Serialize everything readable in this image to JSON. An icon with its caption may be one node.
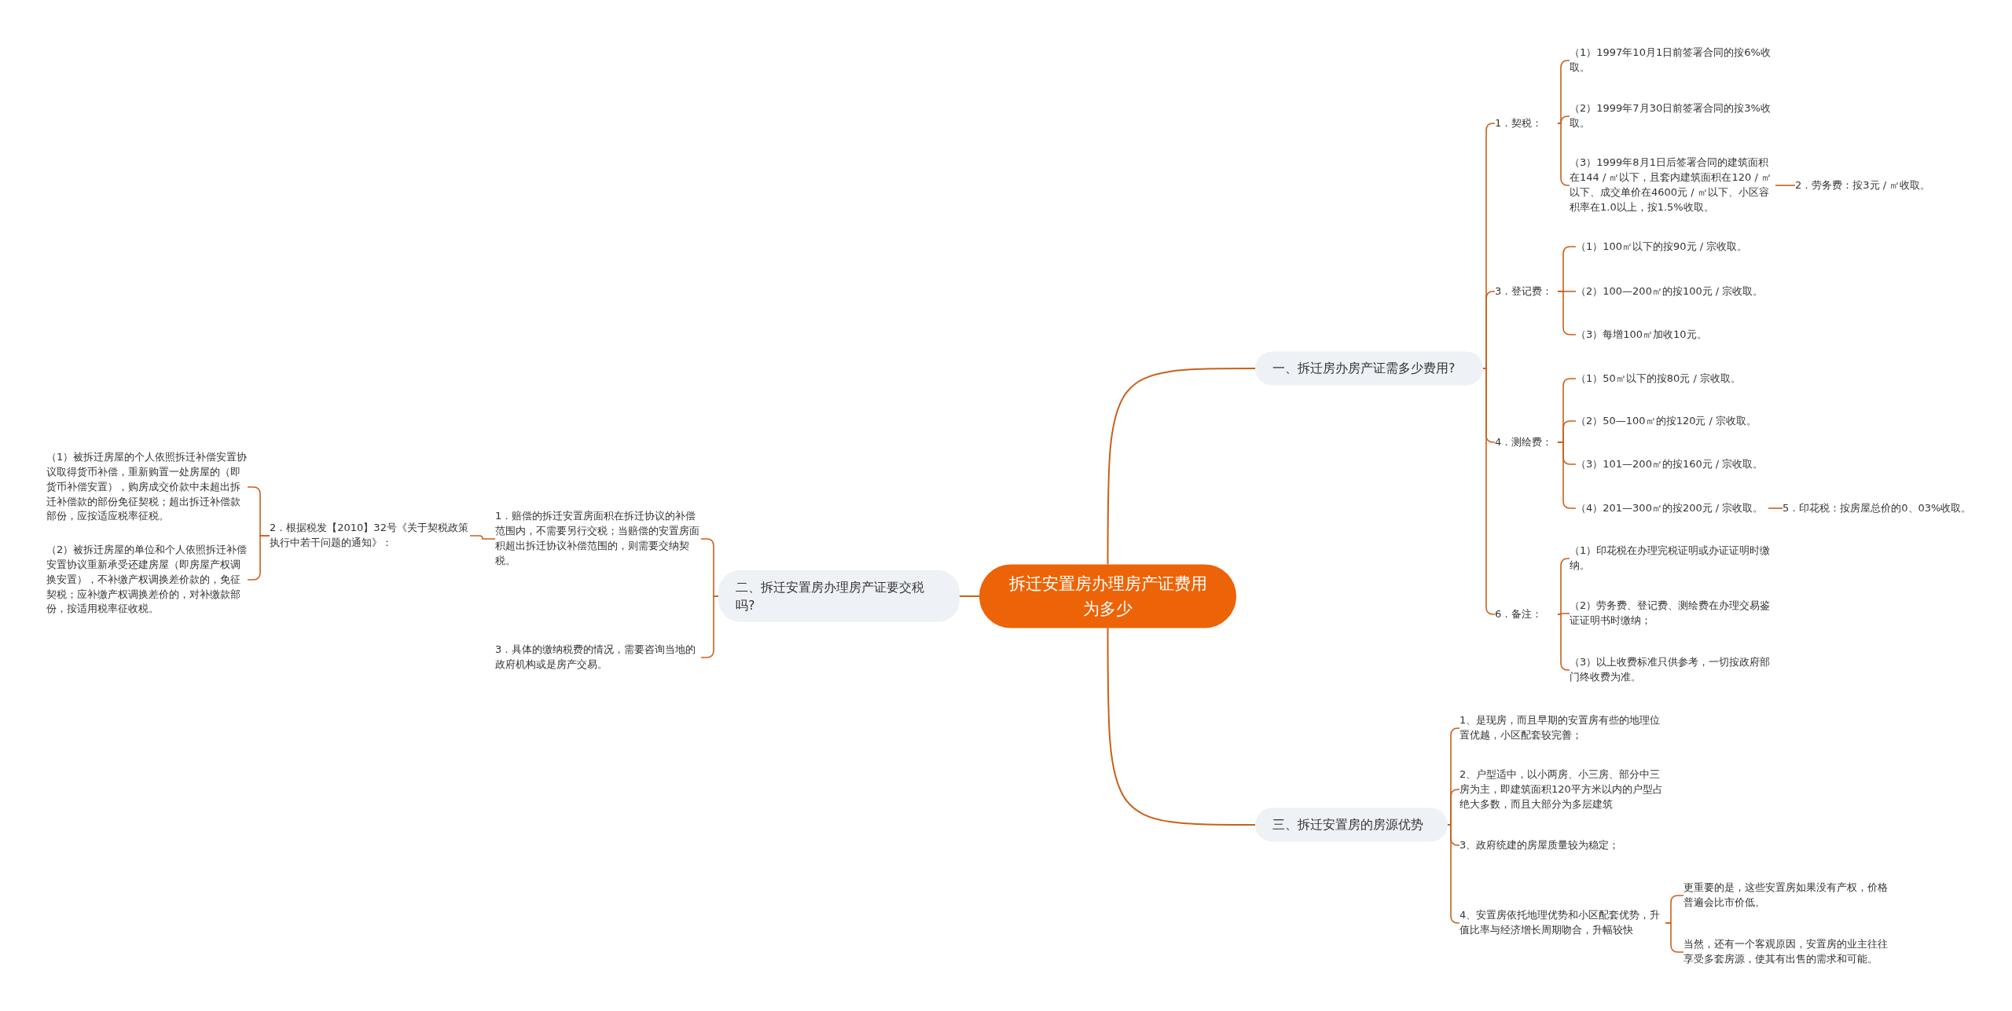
{
  "diagram": {
    "nodes": [
      {
        "text": [
          "拆迁安置房办理房产证费用为多少"
        ]
      },
      {
        "text": [
          "一、拆迁房办房产证需多少费用?"
        ]
      },
      {
        "text": [
          "1．契税："
        ]
      },
      {
        "text": [
          "（1）1997年10月1日前签署合同的按6%收取。"
        ]
      },
      {
        "text": [
          "（2）1999年7月30日前签署合同的按3%收取。"
        ]
      },
      {
        "text": [
          "（3）1999年8月1日后签署合同的建筑面积在144 / ㎡以下，且套内建筑面积在120 / ㎡以下、成交单价在4600元 / ㎡以下、小区容积率在1.0以上，按1.5%收取。"
        ]
      },
      {
        "text": [
          "2．劳务费：按3元 / ㎡收取。"
        ]
      },
      {
        "text": [
          "3．登记费："
        ]
      },
      {
        "text": [
          "（1）100㎡以下的按90元 / 宗收取。"
        ]
      },
      {
        "text": [
          "（2）100—200㎡的按100元 / 宗收取。"
        ]
      },
      {
        "text": [
          "（3）每增100㎡加收10元。"
        ]
      },
      {
        "text": [
          "4．测绘费："
        ]
      },
      {
        "text": [
          "（1）50㎡以下的按80元 / 宗收取。"
        ]
      },
      {
        "text": [
          "（2）50—100㎡的按120元 / 宗收取。"
        ]
      },
      {
        "text": [
          "（3）101—200㎡的按160元 / 宗收取。"
        ]
      },
      {
        "text": [
          "（4）201—300㎡的按200元 / 宗收取。"
        ]
      },
      {
        "text": [
          "5．印花税：按房屋总价的0、03%收取。"
        ]
      },
      {
        "text": [
          "6．备注："
        ]
      },
      {
        "text": [
          "（1）印花税在办理完税证明或办证证明时缴纳。"
        ]
      },
      {
        "text": [
          "（2）劳务费、登记费、测绘费在办理交易鉴证证明书时缴纳；"
        ]
      },
      {
        "text": [
          "（3）以上收费标准只供参考，一切按政府部门终收费为准。"
        ]
      },
      {
        "text": [
          "三、拆迁安置房的房源优势"
        ]
      },
      {
        "text": [
          "1、是现房，而且早期的安置房有些的地理位置优越，小区配套较完善；"
        ]
      },
      {
        "text": [
          "2、户型适中，以小两房、小三房、部分中三房为主，即建筑面积120平方米以内的户型占绝大多数，而且大部分为多层建筑"
        ]
      },
      {
        "text": [
          "3、政府统建的房屋质量较为稳定；"
        ]
      },
      {
        "text": [
          "4、安置房依托地理优势和小区配套优势，升值比率与经济增长周期吻合，升幅较快"
        ]
      },
      {
        "text": [
          "更重要的是，这些安置房如果没有产权，价格普遍会比市价低。"
        ]
      },
      {
        "text": [
          "当然，还有一个客观原因，安置房的业主往往享受多套房源，使其有出售的需求和可能。"
        ]
      },
      {
        "text": [
          "二、拆迁安置房办理房产证要交税吗?"
        ]
      },
      {
        "text": [
          "1．赔偿的拆迁安置房面积在拆迁协议的补偿范围内，不需要另行交税；当赔偿的安置房面积超出拆迁协议补偿范围的，则需要交纳契税。"
        ]
      },
      {
        "text": [
          "2．根据税发【2010】32号《关于契税政策执行中若干问题的通知》："
        ]
      },
      {
        "text": [
          "（1）被拆迁房屋的个人依照拆迁补偿安置协议取得货币补偿，重新购置一处房屋的（即货币补偿安置），购房成交价款中未超出拆迁补偿款的部份免征契税；超出拆迁补偿款部份，应按适应税率征税。"
        ]
      },
      {
        "text": [
          "（2）被拆迁房屋的单位和个人依照拆迁补偿安置协议重新承受还建房屋（即房屋产权调换安置），不补缴产权调换差价款的，免征契税；应补缴产权调换差价的，对补缴款部份，按适用税率征收税。"
        ]
      },
      {
        "text": [
          "3．具体的缴纳税费的情况，需要咨询当地的政府机构或是房产交易。"
        ]
      }
    ],
    "edges": [
      {
        "from": 0,
        "to": 1,
        "arrow": "none"
      },
      {
        "from": 1,
        "to": 2,
        "arrow": "none"
      },
      {
        "from": 2,
        "to": 3,
        "arrow": "none"
      },
      {
        "from": 2,
        "to": 4,
        "arrow": "none"
      },
      {
        "from": 2,
        "to": 5,
        "arrow": "none"
      },
      {
        "from": 5,
        "to": 6,
        "arrow": "none"
      },
      {
        "from": 1,
        "to": 7,
        "arrow": "none"
      },
      {
        "from": 7,
        "to": 8,
        "arrow": "none"
      },
      {
        "from": 7,
        "to": 9,
        "arrow": "none"
      },
      {
        "from": 7,
        "to": 10,
        "arrow": "none"
      },
      {
        "from": 1,
        "to": 11,
        "arrow": "none"
      },
      {
        "from": 11,
        "to": 12,
        "arrow": "none"
      },
      {
        "from": 11,
        "to": 13,
        "arrow": "none"
      },
      {
        "from": 11,
        "to": 14,
        "arrow": "none"
      },
      {
        "from": 11,
        "to": 15,
        "arrow": "none"
      },
      {
        "from": 15,
        "to": 16,
        "arrow": "none"
      },
      {
        "from": 1,
        "to": 17,
        "arrow": "none"
      },
      {
        "from": 17,
        "to": 18,
        "arrow": "none"
      },
      {
        "from": 17,
        "to": 19,
        "arrow": "none"
      },
      {
        "from": 17,
        "to": 20,
        "arrow": "none"
      },
      {
        "from": 0,
        "to": 21,
        "arrow": "none"
      },
      {
        "from": 21,
        "to": 22,
        "arrow": "none"
      },
      {
        "from": 21,
        "to": 23,
        "arrow": "none"
      },
      {
        "from": 21,
        "to": 24,
        "arrow": "none"
      },
      {
        "from": 21,
        "to": 25,
        "arrow": "none"
      },
      {
        "from": 25,
        "to": 26,
        "arrow": "none"
      },
      {
        "from": 25,
        "to": 27,
        "arrow": "none"
      },
      {
        "from": 0,
        "to": 28,
        "arrow": "none"
      },
      {
        "from": 28,
        "to": 29,
        "arrow": "none"
      },
      {
        "from": 28,
        "to": 33,
        "arrow": "none"
      },
      {
        "from": 29,
        "to": 30,
        "arrow": "none"
      },
      {
        "from": 30,
        "to": 31,
        "arrow": "none"
      },
      {
        "from": 30,
        "to": 32,
        "arrow": "none"
      }
    ]
  }
}
